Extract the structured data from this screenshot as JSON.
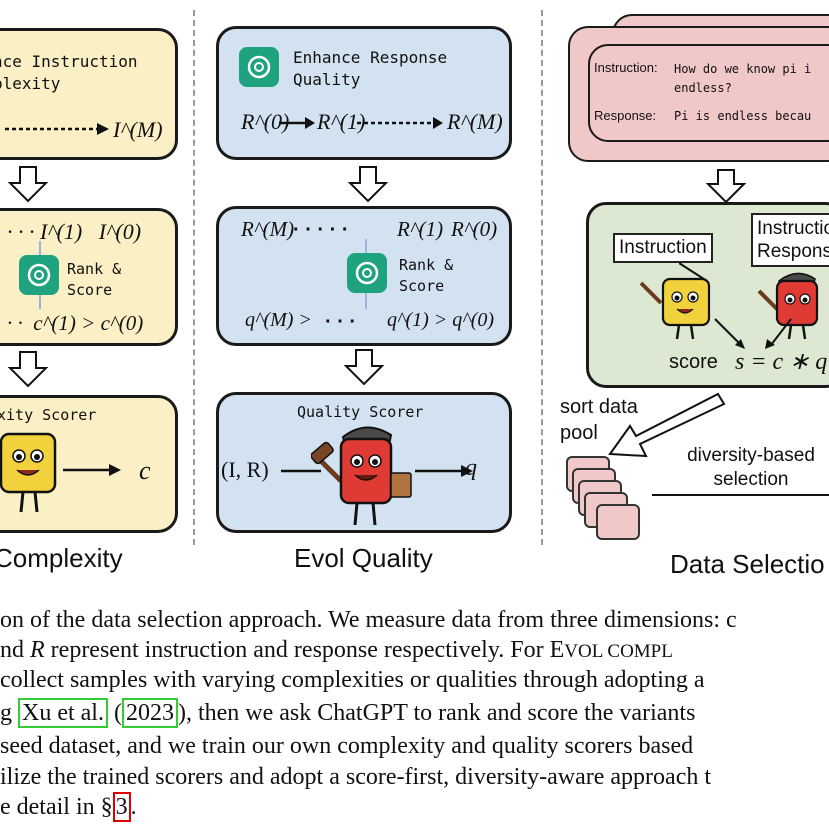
{
  "panels": {
    "complexity": {
      "header": "nce Instruction\nplexity",
      "chain": "I^(M)",
      "rank_terms": "· · · I^(1)   I^(0)",
      "rank_label": "Rank &\nScore",
      "score_terms": "· ·  c^(1) > c^(0)",
      "scorer_title": "xity Scorer",
      "output": "c",
      "caption": "Complexity"
    },
    "quality": {
      "header": "Enhance Response\nQuality",
      "chain": [
        "R^(0)",
        "R^(1)",
        "R^(M)"
      ],
      "rank_terms": [
        "R^(M)",
        "· · · · ·",
        "R^(1)",
        "R^(0)"
      ],
      "rank_label": "Rank &\nScore",
      "score_terms": [
        "q^(M) >",
        "· · ·",
        "q^(1) > q^(0)"
      ],
      "scorer_title": "Quality Scorer",
      "input": "(I, R)",
      "output": "q",
      "caption": "Evol Quality"
    },
    "selection": {
      "instruction_label": "Instruction:",
      "instruction_text": "How do we know pi i\nendless?",
      "response_label": "Response:",
      "response_text": "Pi is endless becau",
      "box1": "Instruction",
      "box2": "Instructio\nRespons",
      "score_label": "score",
      "score_formula": "s = c ∗ q",
      "sort_label": "sort data\npool",
      "diversity_label": "diversity-based\nselection",
      "caption": "Data Selectio"
    }
  },
  "caption_text": {
    "line1": "on of the data selection approach. We measure data from three dimensions: c",
    "line2a": "nd ",
    "line2_math": "R",
    "line2b": " represent instruction and response respectively. For E",
    "line2_sc": "VOL COMPL",
    "line3": " collect samples with varying complexities or qualities through adopting a",
    "line4a": "g ",
    "line4_cite": "Xu et al.",
    "line4b": " (",
    "line4_year": "2023",
    "line4c": "), then we ask ChatGPT to rank and score the variants",
    "line5": " seed dataset, and we train our own complexity and quality scorers based",
    "line6": "ilize the trained scorers and adopt a score-first, diversity-aware approach t",
    "line7a": "e detail in §",
    "line7_ref": "3",
    "line7b": "."
  },
  "colors": {
    "yellow_panel": "#fbefc6",
    "blue_panel": "#d3e2f1",
    "green_panel": "#dde8d2",
    "pink_panel": "#f1c8c8",
    "gpt_green": "#1fa37f",
    "yellow_char": "#f2d23c",
    "red_char": "#e03a35"
  }
}
